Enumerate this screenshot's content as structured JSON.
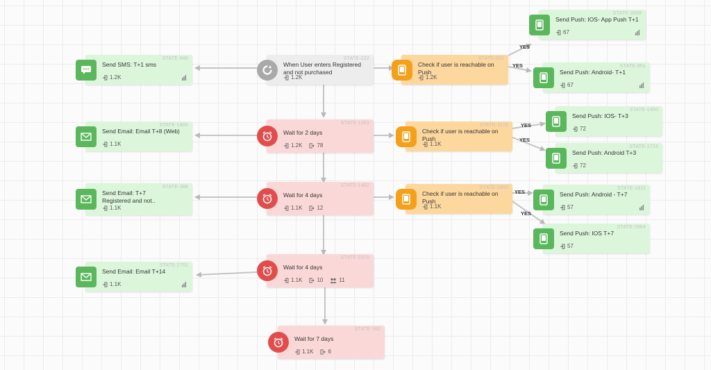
{
  "nodes": {
    "sms": {
      "title": "Send SMS: T+1 sms",
      "state": "STATE-940",
      "entered": "1.2K"
    },
    "trigger": {
      "title": "When User enters Registered and not purchased",
      "state": "STATE-222",
      "entered": "1.2K"
    },
    "check1": {
      "title": "Check if user is  reachable on Push",
      "state": "STATE-852",
      "entered": "1.2K"
    },
    "push1": {
      "title": "Send Push: IOS- App Push T+1",
      "state": "STATE-3958",
      "entered": "67"
    },
    "push2": {
      "title": "Send Push: Android- T+1",
      "state": "STATE-951",
      "entered": "67"
    },
    "email1": {
      "title": "Send Email: Email T+8 (Web)",
      "state": "STATE-1805",
      "entered": "1.1K"
    },
    "wait1": {
      "title": "Wait for 2 days",
      "state": "STATE-1063",
      "entered": "1.2K",
      "exited": "78"
    },
    "check2": {
      "title": "Check if user is  reachable on Push",
      "state": "STATE-1178",
      "entered": "1.1K"
    },
    "push3": {
      "title": "Send Push: IOS- T+3",
      "state": "STATE-1450",
      "entered": "72"
    },
    "push4": {
      "title": "Send Push: Android T+3",
      "state": "STATE-1723",
      "entered": "72"
    },
    "email2": {
      "title": "Send Email: T+7 Registered and not..",
      "state": "STATE-388",
      "entered": "1.1K"
    },
    "wait2": {
      "title": "Wait for 4 days",
      "state": "STATE-1482",
      "entered": "1.1K",
      "exited": "12"
    },
    "check3": {
      "title": "Check if user is  reachable on Push",
      "state": "STATE-0455",
      "entered": "1.1K"
    },
    "push5": {
      "title": "Send Push: Android - T+7",
      "state": "STATE-1811",
      "entered": "57"
    },
    "push6": {
      "title": "Send Push: IOS T+7",
      "state": "STATE-2964",
      "entered": "57"
    },
    "email3": {
      "title": "Send Email: Email T+14",
      "state": "STATE-2751",
      "entered": "1.1K"
    },
    "wait3": {
      "title": "Wait for 4 days",
      "state": "STATE-2370",
      "entered": "1.1K",
      "exited": "10",
      "converted": "11"
    },
    "wait4": {
      "title": "Wait for 7 days",
      "state": "STATE-582",
      "entered": "1.1K",
      "exited": "6"
    }
  },
  "labels": {
    "yes": "YES"
  },
  "icons": {
    "sms": "chat-bubble-icon",
    "email": "envelope-icon",
    "push": "mobile-phone-icon",
    "wait": "alarm-clock-icon",
    "trigger": "refresh-icon",
    "entered": "enter-icon",
    "exited": "exit-icon",
    "converted": "users-icon",
    "stats": "bar-chart-icon"
  },
  "colors": {
    "action_bg": "#dcf6dc",
    "action_icon": "#5bb75c",
    "wait_bg": "#fbd8d8",
    "wait_icon": "#e14d4d",
    "condition_bg": "#fcd79e",
    "condition_icon": "#f5a01a",
    "trigger_bg": "#ededed",
    "trigger_icon": "#a9a9a9"
  }
}
